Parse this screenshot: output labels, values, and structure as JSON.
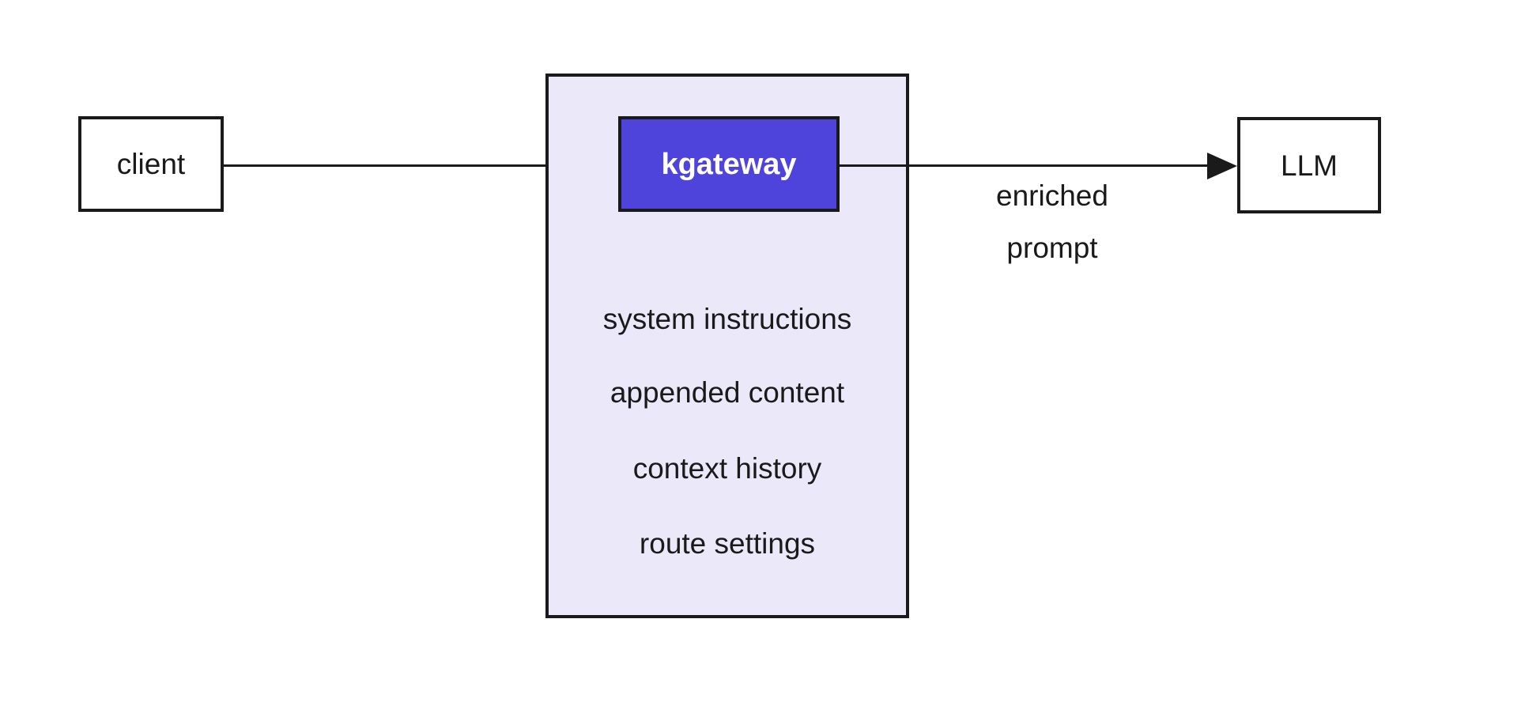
{
  "colors": {
    "background": "#ffffff",
    "stroke": "#1a1a1a",
    "kgateway_fill": "#4e44dc",
    "kgateway_text": "#ffffff",
    "container_fill": "#eae8f9"
  },
  "nodes": {
    "client": {
      "label": "client"
    },
    "kgateway": {
      "label": "kgateway"
    },
    "llm": {
      "label": "LLM"
    }
  },
  "container": {
    "items": [
      "system instructions",
      "appended content",
      "context history",
      "route settings"
    ]
  },
  "edges": {
    "kgateway_to_llm": {
      "label": "enriched prompt",
      "label_lines": [
        "enriched",
        "prompt"
      ]
    }
  }
}
